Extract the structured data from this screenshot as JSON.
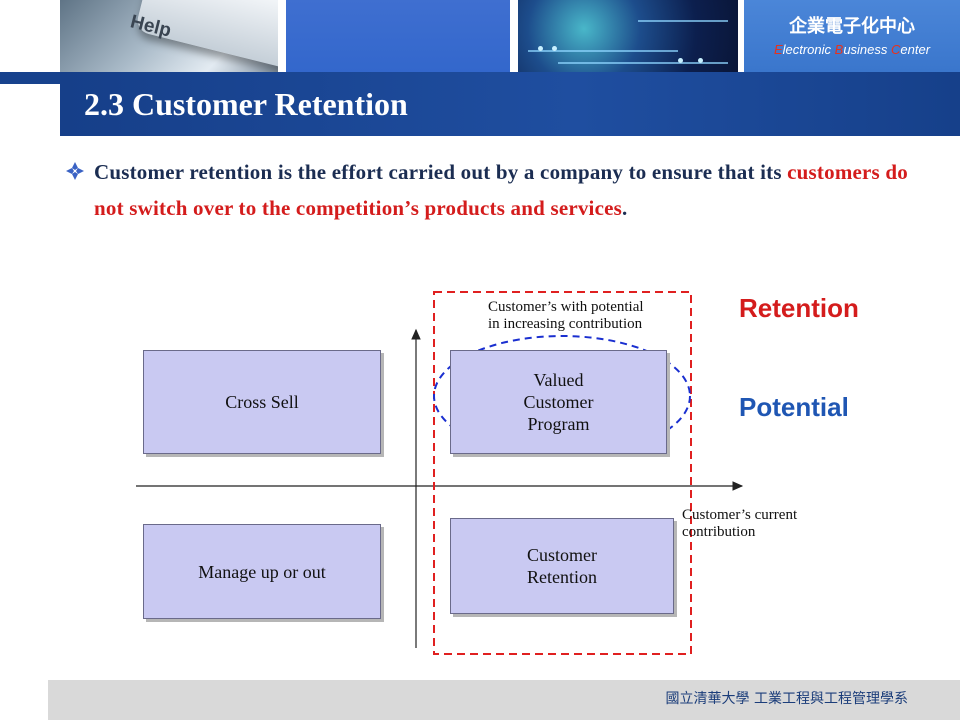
{
  "header": {
    "key_label": "Help",
    "org_cn": "企業電子化中心",
    "org_en_parts": [
      "E",
      "lectronic ",
      "B",
      "usiness ",
      "C",
      "enter"
    ]
  },
  "slide": {
    "title": "2.3 Customer Retention",
    "bullet": {
      "part1": "Customer retention is the effort carried out by a company to ensure that its ",
      "part2_red": "customers do not switch over to the competition’s products and services",
      "part3": "."
    }
  },
  "diagram": {
    "quadrants": {
      "cross_sell": [
        "Cross Sell"
      ],
      "valued": [
        "Valued",
        "Customer",
        "Program"
      ],
      "manage": [
        "Manage up or out"
      ],
      "retention": [
        "Customer",
        "Retention"
      ]
    },
    "y_axis_label": [
      "Customer’s  with potential",
      "in increasing contribution"
    ],
    "x_axis_label": [
      "Customer’s current",
      "contribution"
    ],
    "legend": {
      "retention": "Retention",
      "potential": "Potential"
    },
    "colors": {
      "box_fill": "#c9c9f2",
      "retention_frame": "#e02020",
      "potential_ellipse": "#1a2fd0",
      "legend_red": "#d41c1c",
      "legend_blue": "#1f56b3"
    }
  },
  "footer": {
    "text": "國立清華大學 工業工程與工程管理學系"
  }
}
